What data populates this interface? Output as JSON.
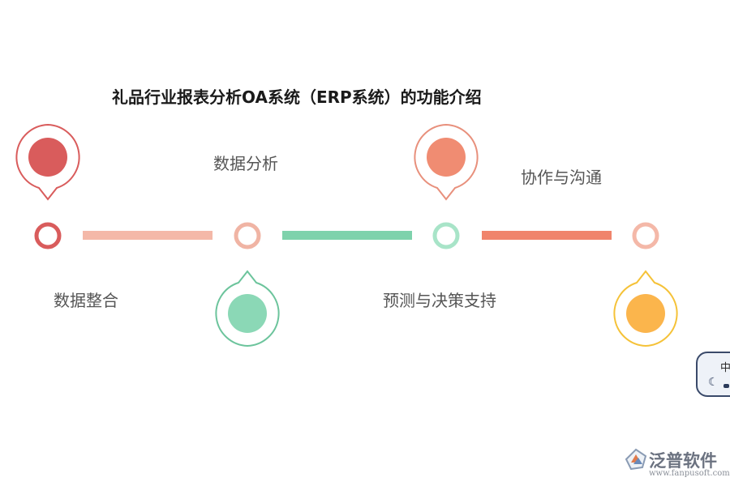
{
  "title": "礼品行业报表分析OA系统（ERP系统）的功能介绍",
  "items": [
    {
      "label": "数据整合",
      "color": "#d95c5c"
    },
    {
      "label": "数据分析",
      "color": "#f0b4a4"
    },
    {
      "label": "预测与决策支持",
      "color": "#8bd8b6"
    },
    {
      "label": "协作与沟通",
      "color": "#f08c72"
    }
  ],
  "connectors": [
    "#f4b8a8",
    "#7ed2ac",
    "#f0846c"
  ],
  "pins": [
    "#d95c5c",
    "#8bd8b6",
    "#f08c72",
    "#fbb54c"
  ],
  "ime": {
    "text": "中"
  },
  "logo": {
    "name": "泛普软件",
    "url": "www.fanpusoft.com"
  }
}
